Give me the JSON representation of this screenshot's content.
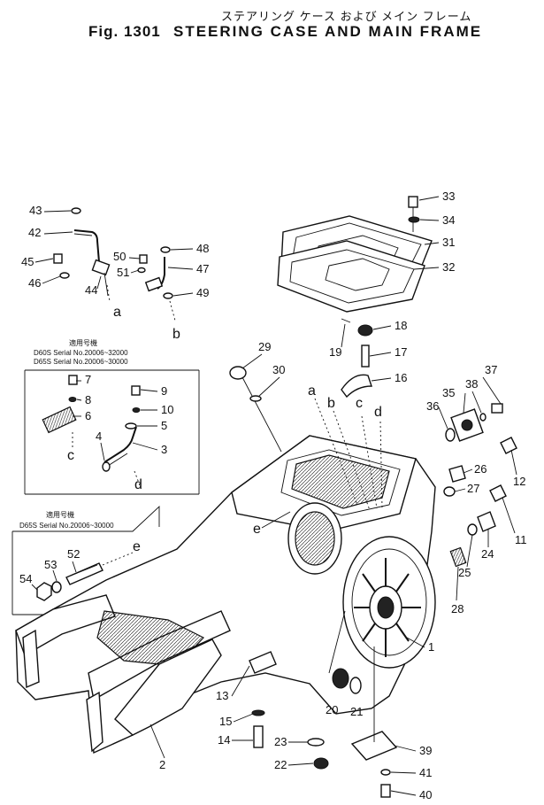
{
  "header": {
    "jp_title": "ステアリング ケース および メイン フレーム",
    "fig_label": "Fig. 1301",
    "en_title": "STEERING CASE AND MAIN FRAME"
  },
  "box1": {
    "title": "適用号機",
    "serial_1": "D60S Serial No.20006~32000",
    "serial_2": "D65S Serial No.20006~30000"
  },
  "box2": {
    "title": "適用号機",
    "serial_1": "D65S Serial No.20006~30000"
  },
  "letters": [
    "a",
    "b",
    "c",
    "d",
    "e"
  ],
  "parts": [
    "1",
    "2",
    "3",
    "4",
    "5",
    "6",
    "7",
    "8",
    "9",
    "10",
    "11",
    "12",
    "13",
    "14",
    "15",
    "16",
    "17",
    "18",
    "19",
    "20",
    "21",
    "22",
    "23",
    "24",
    "25",
    "26",
    "27",
    "28",
    "29",
    "30",
    "31",
    "32",
    "33",
    "34",
    "35",
    "36",
    "37",
    "38",
    "39",
    "40",
    "41",
    "42",
    "43",
    "44",
    "45",
    "46",
    "47",
    "48",
    "49",
    "50",
    "51",
    "52",
    "53",
    "54"
  ],
  "colors": {
    "ink": "#111111",
    "paper": "#ffffff",
    "shade": "#222222"
  }
}
